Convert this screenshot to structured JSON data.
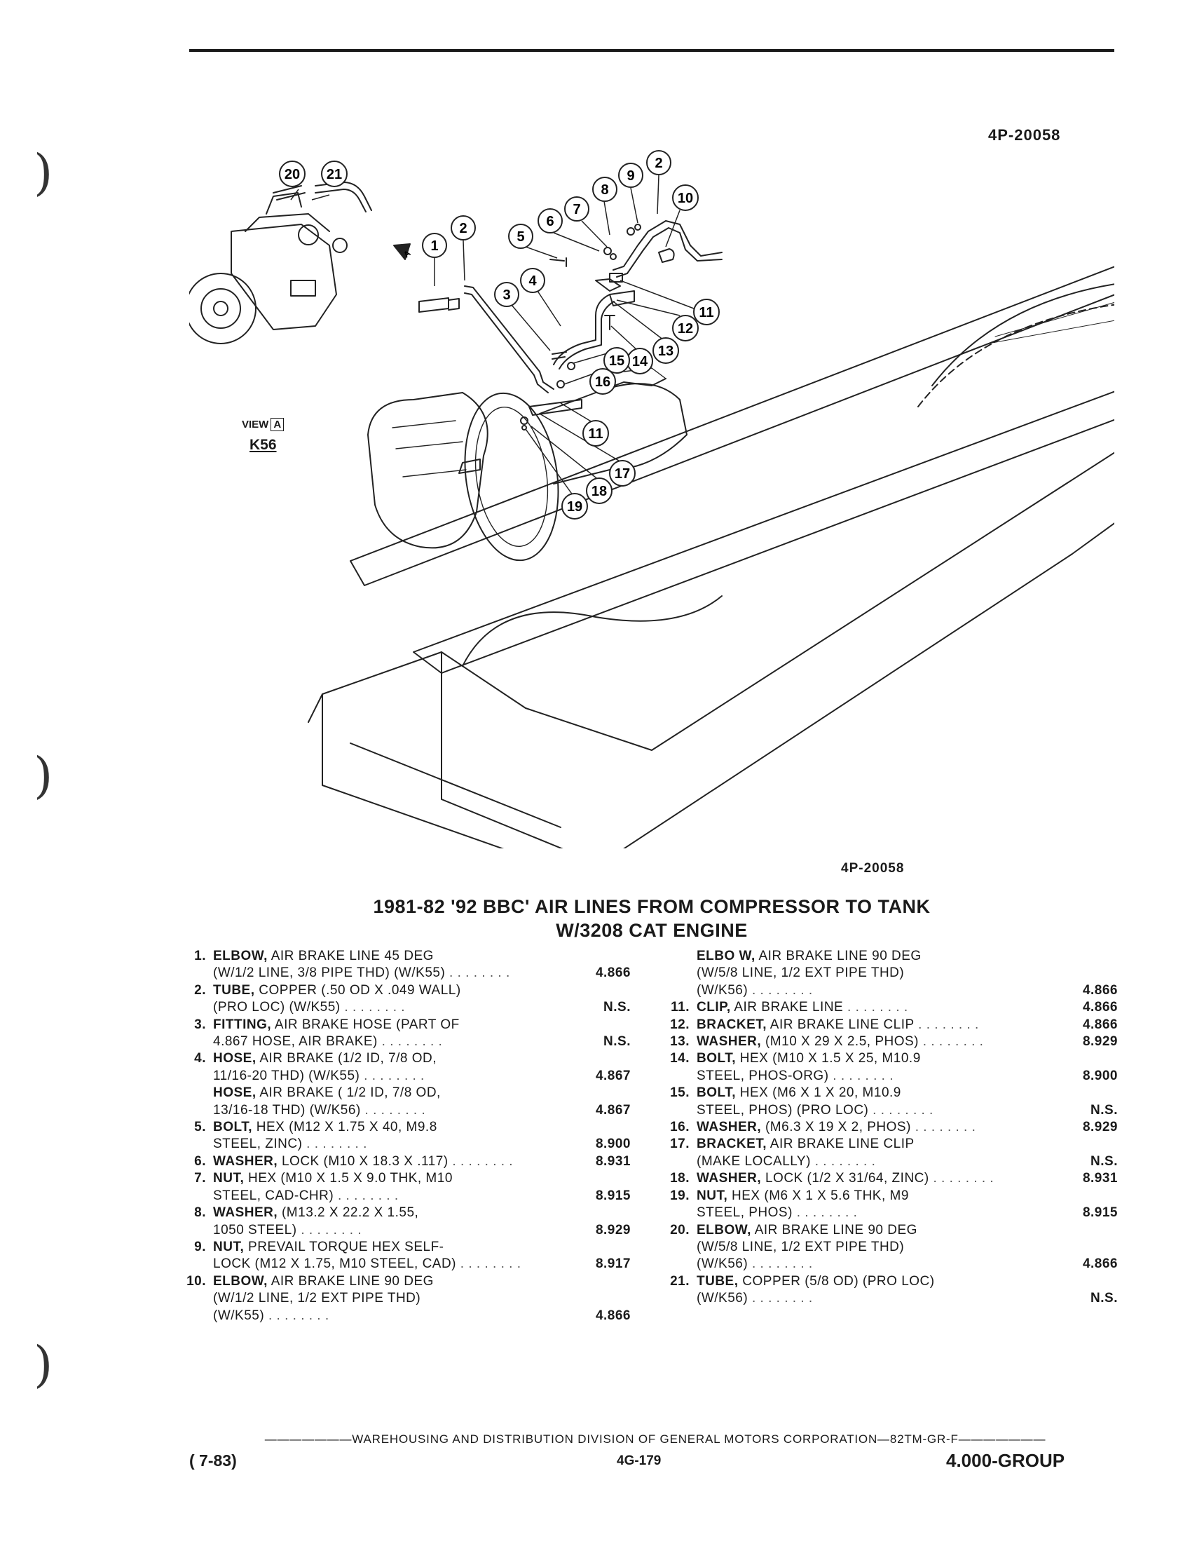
{
  "figure_number_top": "4P-20058",
  "figure_number_bottom": "4P-20058",
  "view": {
    "label": "VIEW",
    "ref": "A",
    "model": "K56"
  },
  "view_pointer": "A",
  "callouts": [
    "1",
    "2",
    "3",
    "4",
    "5",
    "6",
    "7",
    "8",
    "9",
    "10",
    "11",
    "12",
    "13",
    "14",
    "15",
    "16",
    "17",
    "18",
    "19",
    "20",
    "21",
    "2",
    "11"
  ],
  "title_line1": "1981-82 '92 BBC' AIR LINES FROM COMPRESSOR TO TANK",
  "title_line2": "W/3208 CAT ENGINE",
  "parts_left": [
    {
      "num": "1.",
      "name": "ELBOW,",
      "lines": [
        "AIR BRAKE LINE 45 DEG",
        "(W/1/2 LINE, 3/8 PIPE THD) (W/K55)"
      ],
      "group": "4.866"
    },
    {
      "num": "2.",
      "name": "TUBE,",
      "lines": [
        "COPPER (.50 OD X .049 WALL)",
        "(PRO LOC) (W/K55)"
      ],
      "group": "N.S."
    },
    {
      "num": "3.",
      "name": "FITTING,",
      "lines": [
        "AIR BRAKE HOSE (PART OF",
        "4.867 HOSE, AIR BRAKE)"
      ],
      "group": "N.S."
    },
    {
      "num": "4.",
      "name": "HOSE,",
      "lines": [
        "AIR BRAKE (1/2 ID, 7/8 OD,",
        "11/16-20 THD) (W/K55)"
      ],
      "group": "4.867"
    },
    {
      "num": "",
      "name": "HOSE,",
      "lines": [
        "AIR BRAKE ( 1/2 ID, 7/8 OD,",
        "13/16-18 THD) (W/K56)"
      ],
      "group": "4.867"
    },
    {
      "num": "5.",
      "name": "BOLT,",
      "lines": [
        "HEX (M12 X 1.75 X 40, M9.8",
        "STEEL, ZINC)"
      ],
      "group": "8.900"
    },
    {
      "num": "6.",
      "name": "WASHER,",
      "lines": [
        "LOCK (M10 X 18.3 X .117)"
      ],
      "group": "8.931"
    },
    {
      "num": "7.",
      "name": "NUT,",
      "lines": [
        "HEX (M10 X 1.5 X 9.0 THK, M10",
        "STEEL, CAD-CHR)"
      ],
      "group": "8.915"
    },
    {
      "num": "8.",
      "name": "WASHER,",
      "lines": [
        "(M13.2 X 22.2 X 1.55,",
        "1050 STEEL)"
      ],
      "group": "8.929"
    },
    {
      "num": "9.",
      "name": "NUT,",
      "lines": [
        "PREVAIL TORQUE HEX SELF-",
        "LOCK (M12 X 1.75, M10 STEEL, CAD)"
      ],
      "group": "8.917"
    },
    {
      "num": "10.",
      "name": "ELBOW,",
      "lines": [
        "AIR BRAKE LINE 90 DEG",
        "(W/1/2 LINE, 1/2 EXT PIPE THD)",
        "(W/K55)"
      ],
      "group": "4.866"
    }
  ],
  "parts_right": [
    {
      "num": "",
      "name": "ELBO W,",
      "lines": [
        "AIR BRAKE LINE 90 DEG",
        "(W/5/8 LINE, 1/2 EXT PIPE THD)",
        "(W/K56)"
      ],
      "group": "4.866"
    },
    {
      "num": "11.",
      "name": "CLIP,",
      "lines": [
        "AIR BRAKE LINE"
      ],
      "group": "4.866"
    },
    {
      "num": "12.",
      "name": "BRACKET,",
      "lines": [
        "AIR BRAKE LINE CLIP"
      ],
      "group": "4.866"
    },
    {
      "num": "13.",
      "name": "WASHER,",
      "lines": [
        "(M10 X 29 X 2.5, PHOS)"
      ],
      "group": "8.929"
    },
    {
      "num": "14.",
      "name": "BOLT,",
      "lines": [
        "HEX (M10 X 1.5 X 25, M10.9",
        "STEEL, PHOS-ORG)"
      ],
      "group": "8.900"
    },
    {
      "num": "15.",
      "name": "BOLT,",
      "lines": [
        "HEX (M6 X 1 X 20, M10.9",
        "STEEL, PHOS) (PRO LOC)"
      ],
      "group": "N.S."
    },
    {
      "num": "16.",
      "name": "WASHER,",
      "lines": [
        "(M6.3 X 19 X 2, PHOS)"
      ],
      "group": "8.929"
    },
    {
      "num": "17.",
      "name": "BRACKET,",
      "lines": [
        "AIR BRAKE LINE CLIP",
        "(MAKE LOCALLY)"
      ],
      "group": "N.S."
    },
    {
      "num": "18.",
      "name": "WASHER,",
      "lines": [
        "LOCK (1/2 X 31/64, ZINC)"
      ],
      "group": "8.931"
    },
    {
      "num": "19.",
      "name": "NUT,",
      "lines": [
        "HEX (M6 X 1 X 5.6 THK, M9",
        "STEEL, PHOS)"
      ],
      "group": "8.915"
    },
    {
      "num": "20.",
      "name": "ELBOW,",
      "lines": [
        "AIR BRAKE LINE 90 DEG",
        "(W/5/8 LINE, 1/2 EXT PIPE THD)",
        "(W/K56)"
      ],
      "group": "4.866"
    },
    {
      "num": "21.",
      "name": "TUBE,",
      "lines": [
        "COPPER (5/8 OD) (PRO LOC)",
        "(W/K56)"
      ],
      "group": "N.S."
    }
  ],
  "footer": {
    "line": "WAREHOUSING AND DISTRIBUTION DIVISION OF GENERAL MOTORS CORPORATION—82TM-GR-F",
    "date": "( 7-83)",
    "page": "4G-179",
    "group": "4.000-GROUP"
  }
}
